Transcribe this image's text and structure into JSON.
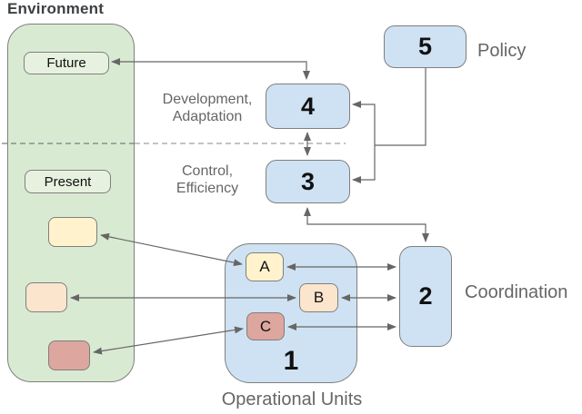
{
  "palette": {
    "env_fill": "#d9ead3",
    "env_box_fill": "#e7f1e0",
    "blue_fill": "#cfe2f3",
    "yellow_fill": "#fff2cc",
    "peach_fill": "#fce5cd",
    "rose_fill": "#dda69e",
    "border": "#7f7f7f",
    "line": "#666666",
    "label": "#666666",
    "title": "#3c4043",
    "ink": "#111111"
  },
  "environment": {
    "title": "Environment",
    "future": "Future",
    "present": "Present"
  },
  "systems": {
    "s5": {
      "number": "5",
      "label": "Policy"
    },
    "s4": {
      "number": "4",
      "label_lines": [
        "Development,",
        "Adaptation"
      ]
    },
    "s3": {
      "number": "3",
      "label_lines": [
        "Control,",
        "Efficiency"
      ]
    },
    "s2": {
      "number": "2",
      "label": "Coordination"
    },
    "s1": {
      "number": "1",
      "label": "Operational Units",
      "units": [
        "A",
        "B",
        "C"
      ]
    }
  }
}
